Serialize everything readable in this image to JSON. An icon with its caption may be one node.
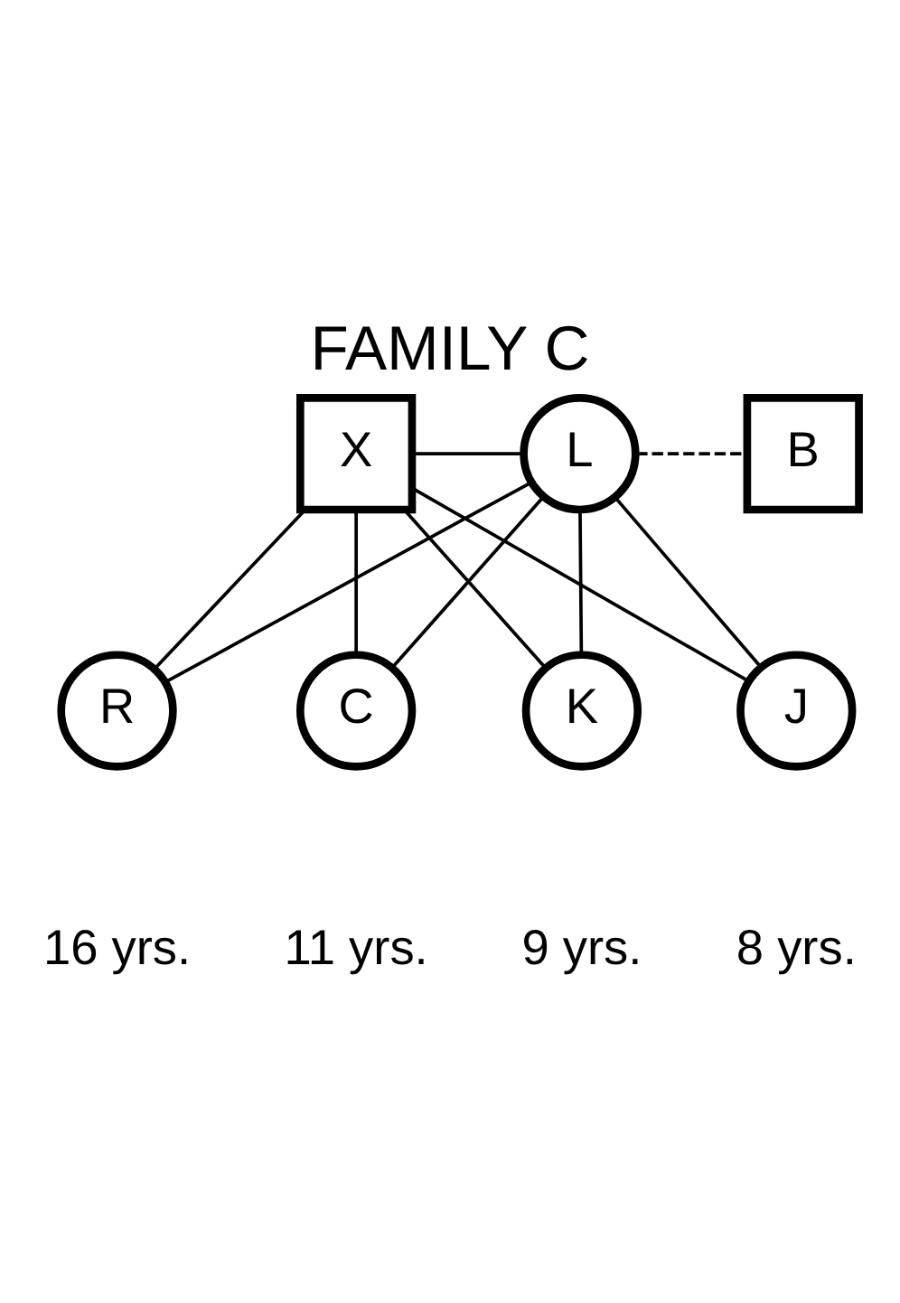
{
  "diagram": {
    "title": "FAMILY C",
    "nodes": [
      {
        "text": [
          "X"
        ]
      },
      {
        "text": [
          "L"
        ]
      },
      {
        "text": [
          "B"
        ]
      },
      {
        "text": [
          "R"
        ],
        "beside": [
          "16 yrs."
        ]
      },
      {
        "text": [
          "C"
        ],
        "beside": [
          "11 yrs."
        ]
      },
      {
        "text": [
          "K"
        ],
        "beside": [
          "9 yrs."
        ]
      },
      {
        "text": [
          "J"
        ],
        "beside": [
          "8 yrs."
        ]
      }
    ],
    "edges": [
      {
        "from": 0,
        "to": 1,
        "arrow": "none"
      },
      {
        "from": 1,
        "to": 2,
        "arrow": "none",
        "style": "dashed"
      },
      {
        "from": 0,
        "to": 3,
        "arrow": "none"
      },
      {
        "from": 1,
        "to": 3,
        "arrow": "none"
      },
      {
        "from": 0,
        "to": 4,
        "arrow": "none"
      },
      {
        "from": 1,
        "to": 4,
        "arrow": "none"
      },
      {
        "from": 0,
        "to": 5,
        "arrow": "none"
      },
      {
        "from": 1,
        "to": 5,
        "arrow": "none"
      },
      {
        "from": 0,
        "to": 6,
        "arrow": "none"
      },
      {
        "from": 1,
        "to": 6,
        "arrow": "none"
      }
    ]
  }
}
